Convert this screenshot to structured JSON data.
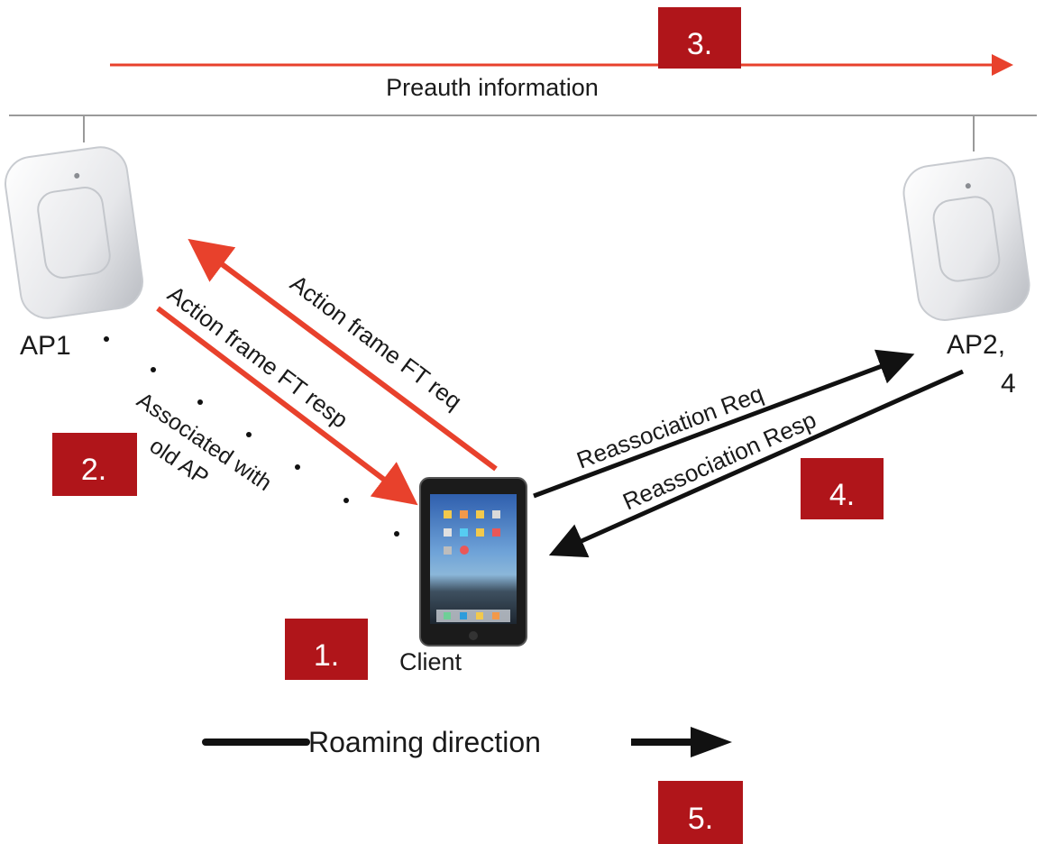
{
  "top_line": {
    "label": "Preauth information",
    "badge": "3.",
    "color": "#e8412c"
  },
  "ap1": {
    "label": "AP1",
    "association_label_line1": "Associated with",
    "association_label_line2": "old AP",
    "badge": "2."
  },
  "ap2": {
    "label_line1": "AP2,",
    "label_line2": "4"
  },
  "client": {
    "label": "Client",
    "badge": "1."
  },
  "ft_exchange": {
    "request_label": "Action frame FT req",
    "response_label": "Action frame FT resp",
    "color": "#e8412c"
  },
  "reassociation": {
    "request_label": "Reassociation Req",
    "response_label": "Reassociation Resp",
    "badge": "4.",
    "color": "#111111"
  },
  "roaming": {
    "label": "Roaming direction",
    "badge": "5."
  },
  "colors": {
    "badge_fill": "#b0151a",
    "red_arrow": "#e8412c",
    "black_arrow": "#111111",
    "distribution_line": "#9a9a9a"
  },
  "icons": {
    "access_point": "wireless-access-point-icon",
    "client_device": "tablet-icon"
  }
}
